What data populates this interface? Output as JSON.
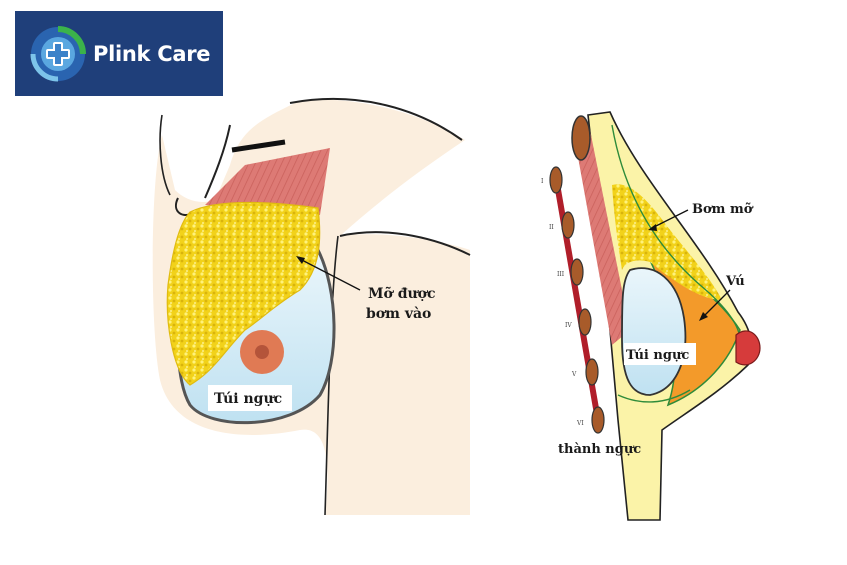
{
  "logo": {
    "text": "Plink Care"
  },
  "left_diagram": {
    "fat_label_line1": "Mỡ được",
    "fat_label_line2": "bơm vào",
    "implant_label": "Túi ngực"
  },
  "right_diagram": {
    "fat_label": "Bơm mỡ",
    "breast_label": "Vú",
    "implant_label": "Túi ngực",
    "chest_wall_label": "thành ngực",
    "rib_numbers": [
      "I",
      "II",
      "III",
      "IV",
      "V",
      "VI"
    ]
  },
  "colors": {
    "logo_bg": "#1f3f7a",
    "skin": "#fbeede",
    "fat": "#f2d21a",
    "muscle": "#d9706c",
    "implant": "#cfe9f4",
    "gland": "#f39a2a",
    "nipple": "#d63b3b"
  }
}
